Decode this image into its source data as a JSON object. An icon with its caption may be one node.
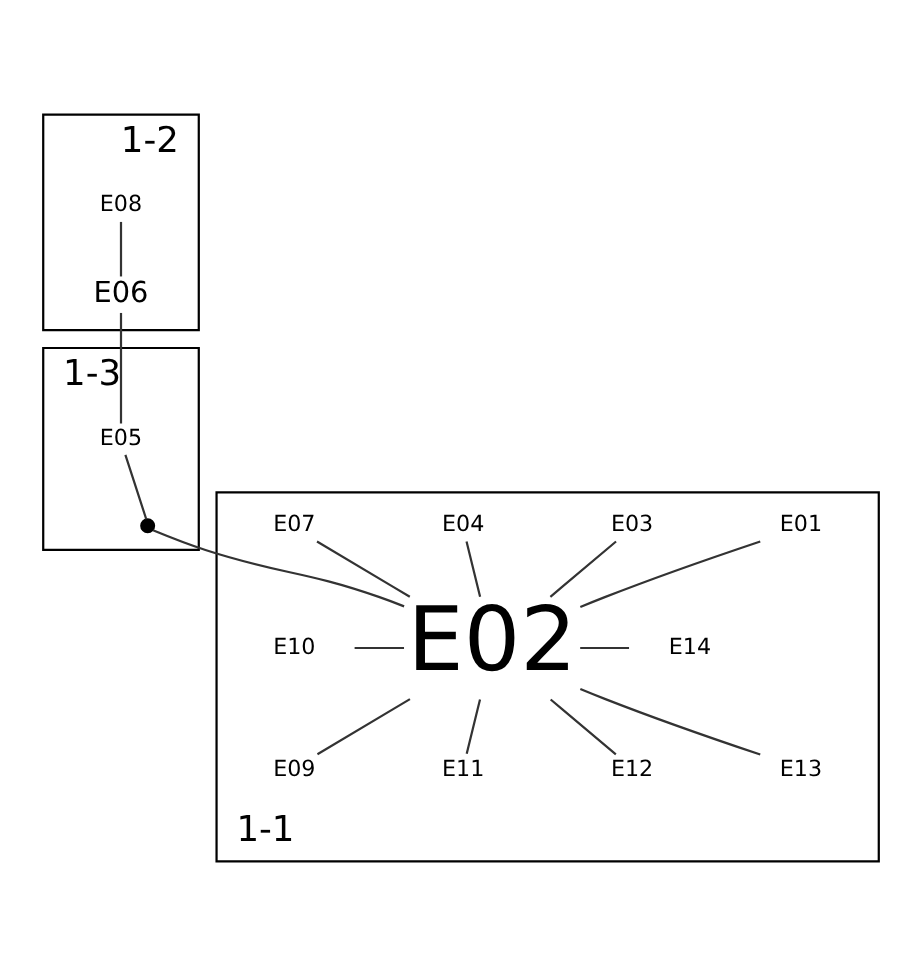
{
  "diagram": {
    "nodes": [
      {
        "text": [
          "1-2"
        ]
      },
      {
        "text": [
          "E08"
        ],
        "in": 0
      },
      {
        "text": [
          "E06"
        ],
        "in": 0
      },
      {
        "text": [
          "1-3"
        ]
      },
      {
        "text": [
          "E05"
        ],
        "in": 3
      },
      {
        "text": [],
        "shape": "circle",
        "in": 3
      },
      {
        "text": [
          "1-1"
        ]
      },
      {
        "text": [
          "E01"
        ],
        "in": 6
      },
      {
        "text": [
          "E03"
        ],
        "in": 6
      },
      {
        "text": [
          "E04"
        ],
        "in": 6
      },
      {
        "text": [
          "E07"
        ],
        "in": 6
      },
      {
        "text": [
          "E10"
        ],
        "in": 6
      },
      {
        "text": [
          "E02"
        ],
        "in": 6
      },
      {
        "text": [
          "E14"
        ],
        "in": 6
      },
      {
        "text": [
          "E09"
        ],
        "in": 6
      },
      {
        "text": [
          "E11"
        ],
        "in": 6
      },
      {
        "text": [
          "E12"
        ],
        "in": 6
      },
      {
        "text": [
          "E13"
        ],
        "in": 6
      }
    ],
    "edges": [
      {
        "from": 1,
        "to": 2,
        "arrow": "none"
      },
      {
        "from": 2,
        "to": 4,
        "arrow": "none"
      },
      {
        "from": 4,
        "to": 5,
        "arrow": "none"
      },
      {
        "from": 5,
        "to": 12,
        "arrow": "none"
      },
      {
        "from": 7,
        "to": 12,
        "arrow": "none"
      },
      {
        "from": 8,
        "to": 12,
        "arrow": "none"
      },
      {
        "from": 9,
        "to": 12,
        "arrow": "none"
      },
      {
        "from": 10,
        "to": 12,
        "arrow": "none"
      },
      {
        "from": 11,
        "to": 12,
        "arrow": "none"
      },
      {
        "from": 12,
        "to": 13,
        "arrow": "none"
      },
      {
        "from": 12,
        "to": 14,
        "arrow": "none"
      },
      {
        "from": 12,
        "to": 15,
        "arrow": "none"
      },
      {
        "from": 12,
        "to": 16,
        "arrow": "none"
      },
      {
        "from": 12,
        "to": 17,
        "arrow": "none"
      }
    ]
  }
}
